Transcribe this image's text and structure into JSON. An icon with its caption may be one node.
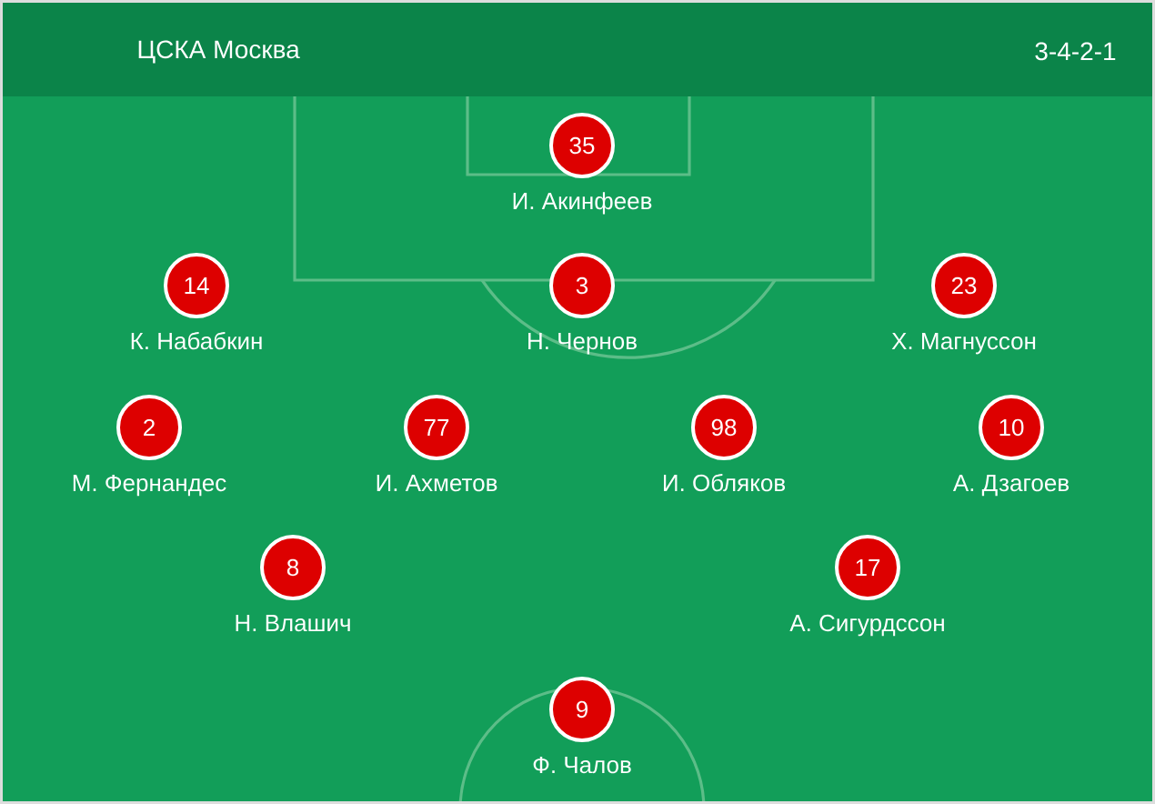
{
  "diagram": {
    "title": "ЦСКА Москва",
    "nodes": [
      {
        "text": [
          "35"
        ],
        "beside": [
          "И. Акинфеев"
        ]
      },
      {
        "text": [
          "14"
        ],
        "beside": [
          "К. Набабкин"
        ]
      },
      {
        "text": [
          "3"
        ],
        "beside": [
          "Н. Чернов"
        ]
      },
      {
        "text": [
          "23"
        ],
        "beside": [
          "Х. Магнуссон"
        ]
      },
      {
        "text": [
          "2"
        ],
        "beside": [
          "М. Фернандес"
        ]
      },
      {
        "text": [
          "77"
        ],
        "beside": [
          "И. Ахметов"
        ]
      },
      {
        "text": [
          "98"
        ],
        "beside": [
          "И. Обляков"
        ]
      },
      {
        "text": [
          "10"
        ],
        "beside": [
          "А. Дзагоев"
        ]
      },
      {
        "text": [
          "8"
        ],
        "beside": [
          "Н. Влашич"
        ]
      },
      {
        "text": [
          "17"
        ],
        "beside": [
          "А. Сигурдссон"
        ]
      },
      {
        "text": [
          "9"
        ],
        "beside": [
          "Ф. Чалов"
        ]
      }
    ],
    "labels": [
      "3-4-2-1"
    ]
  }
}
